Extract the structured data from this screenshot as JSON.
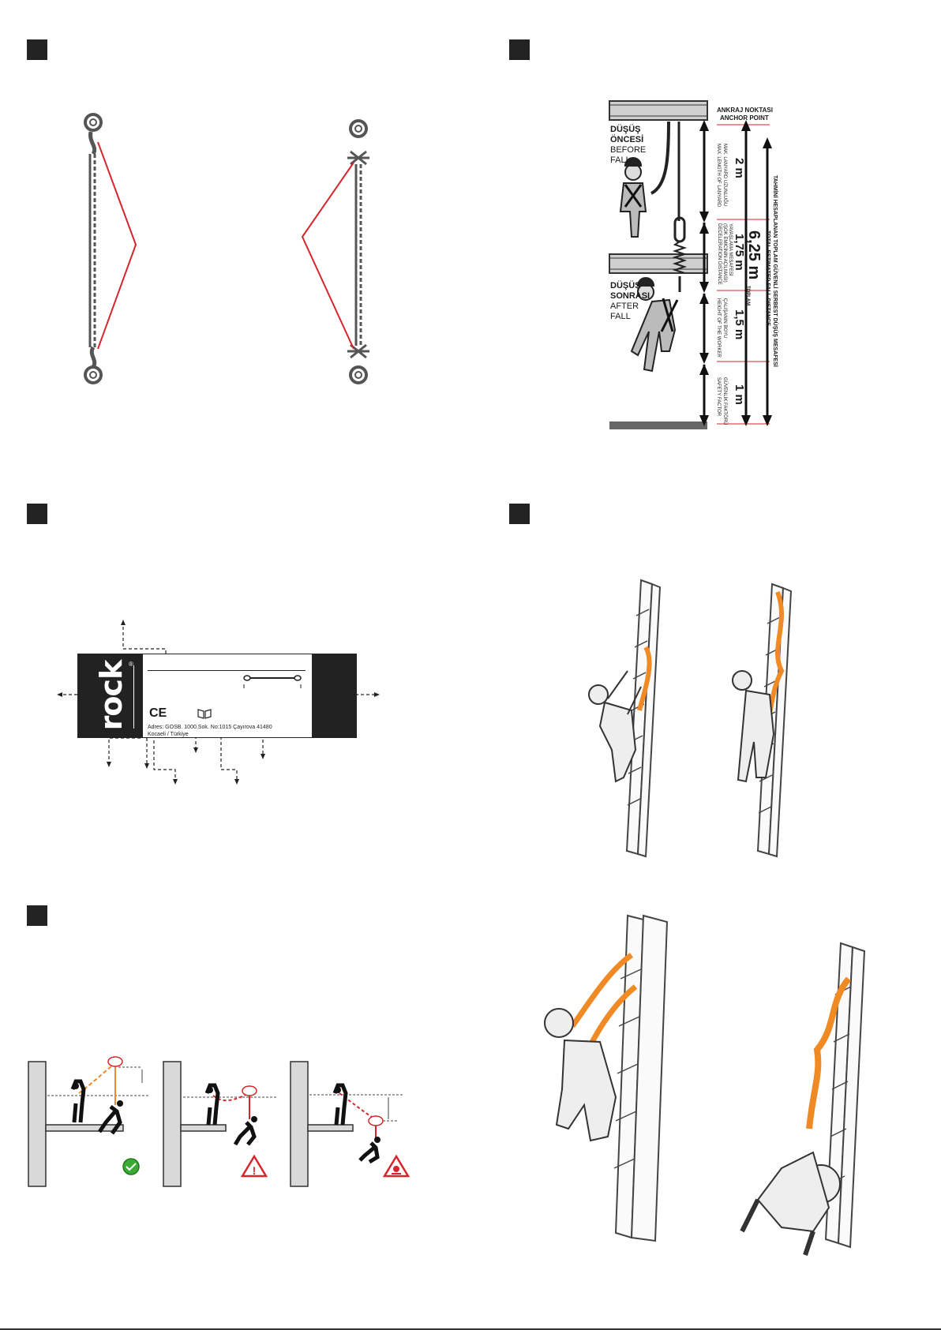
{
  "colors": {
    "accent_red": "#d7262b",
    "orange": "#f08a24",
    "dark": "#232323",
    "green": "#3aaa35"
  },
  "fall_diagram": {
    "anchor_tr": "ANKRAJ NOKTASI",
    "anchor_en": "ANCHOR POINT",
    "before_tr_1": "DÜŞÜŞ",
    "before_tr_2": "ÖNCESİ",
    "before_en_1": "BEFORE",
    "before_en_2": "FALL",
    "after_tr_1": "DÜŞÜŞ",
    "after_tr_2": "SONRASI",
    "after_en_1": "AFTER",
    "after_en_2": "FALL",
    "seg1_value": "2 m",
    "seg1_tr": "MAK. LANYARD UZUNLUĞU",
    "seg1_en": "MAX. LENGTH OF LANYARD",
    "seg2_value": "1,75 m",
    "seg2_tr_1": "YAVAŞLAMA MESAFESİ",
    "seg2_tr_2": "(ŞOK EMİCİNİN AÇILMASI)",
    "seg2_en": "DECELERATION DISTANCE",
    "seg3_value": "1,5 m",
    "seg3_tr": "ÇALIŞANIN BOYU",
    "seg3_en": "HEIGHT OF THE WORKER",
    "seg4_value": "1 m",
    "seg4_tr": "GÜVENLİK FAKTÖRÜ",
    "seg4_en": "SAFETY FACTOR",
    "total_tr": "TAHMİNİ HESAPLANAN TOPLAM GÜVENLİ SERBEST DÜŞÜŞ MESAFESİ",
    "total_en": "TOTAL ESTIMATED FALL DISTANCE",
    "total_value": "6,25 m",
    "total_word": "TOPLAM"
  },
  "label": {
    "brand": "rock",
    "registered": "®",
    "ce_mark": "CE",
    "address_line1": "Adres: GOSB. 1000.Sok. No:1015 Çayırova 41480",
    "address_line2": "Kocaeli / Türkiye"
  }
}
